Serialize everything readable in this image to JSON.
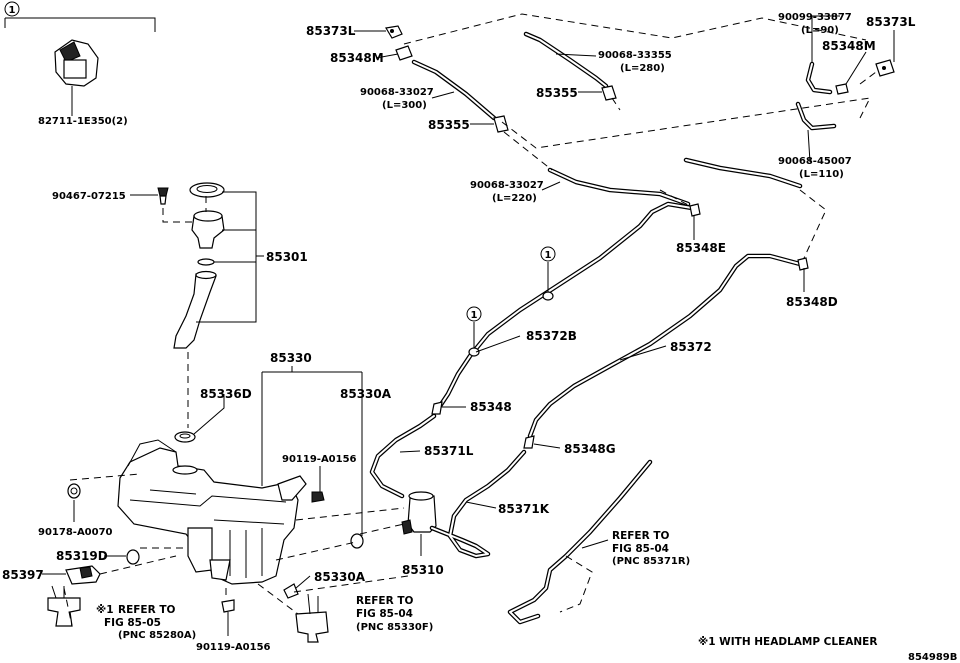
{
  "labels": {
    "kit_82711": "82711-1E350(2)",
    "p85373L_top": "85373L",
    "p85348M_top": "85348M",
    "p90068_33355": "90068-33355",
    "p90068_33355_len": "(L=280)",
    "p90099_33877": "90099-33877",
    "p90099_33877_len": "(L=90)",
    "p85373L_right": "85373L",
    "p85348M_right": "85348M",
    "p90068_33027a": "90068-33027",
    "p90068_33027a_len": "(L=300)",
    "p85355_mid": "85355",
    "p85355_left": "85355",
    "p90068_45007": "90068-45007",
    "p90068_45007_len": "(L=110)",
    "p90467_07215": "90467-07215",
    "p90068_33027b": "90068-33027",
    "p90068_33027b_len": "(L=220)",
    "p85348E": "85348E",
    "p85301": "85301",
    "p85348D": "85348D",
    "p85372B": "85372B",
    "p85372": "85372",
    "p85330": "85330",
    "p85336D": "85336D",
    "p85330A_top": "85330A",
    "p85348": "85348",
    "p85371L": "85371L",
    "p85348G": "85348G",
    "p90119_A0156_top": "90119-A0156",
    "p90178_A0070": "90178-A0070",
    "p85371K": "85371K",
    "p85319D": "85319D",
    "p85397": "85397",
    "p85310": "85310",
    "p85330A_bottom": "85330A",
    "p90119_A0156_bottom": "90119-A0156"
  },
  "callouts": {
    "kit_marker": "1",
    "hose_marker_a": "1",
    "hose_marker_b": "1"
  },
  "notes": {
    "refer_85371r_l1": "REFER TO",
    "refer_85371r_l2": "FIG 85-04",
    "refer_85371r_l3": "(PNC 85371R)",
    "refer_85280a_mark": "※1",
    "refer_85280a_l1": "REFER TO",
    "refer_85280a_l2": "FIG 85-05",
    "refer_85280a_l3": "(PNC 85280A)",
    "refer_85330f_l1": "REFER TO",
    "refer_85330f_l2": "FIG 85-04",
    "refer_85330f_l3": "(PNC 85330F)",
    "footnote": "※1 WITH HEADLAMP CLEANER"
  },
  "figure_id": "854989B"
}
